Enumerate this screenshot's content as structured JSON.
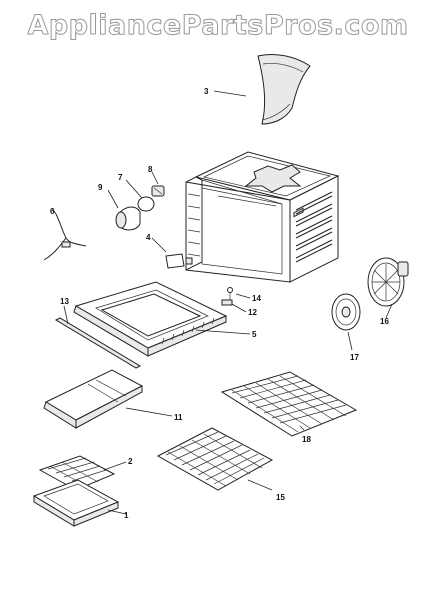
{
  "watermark": "AppliancePartsPros.com",
  "callouts": [
    "1",
    "2",
    "3",
    "4",
    "5",
    "6",
    "7",
    "8",
    "9",
    "11",
    "12",
    "13",
    "14",
    "15",
    "16",
    "17",
    "18"
  ]
}
